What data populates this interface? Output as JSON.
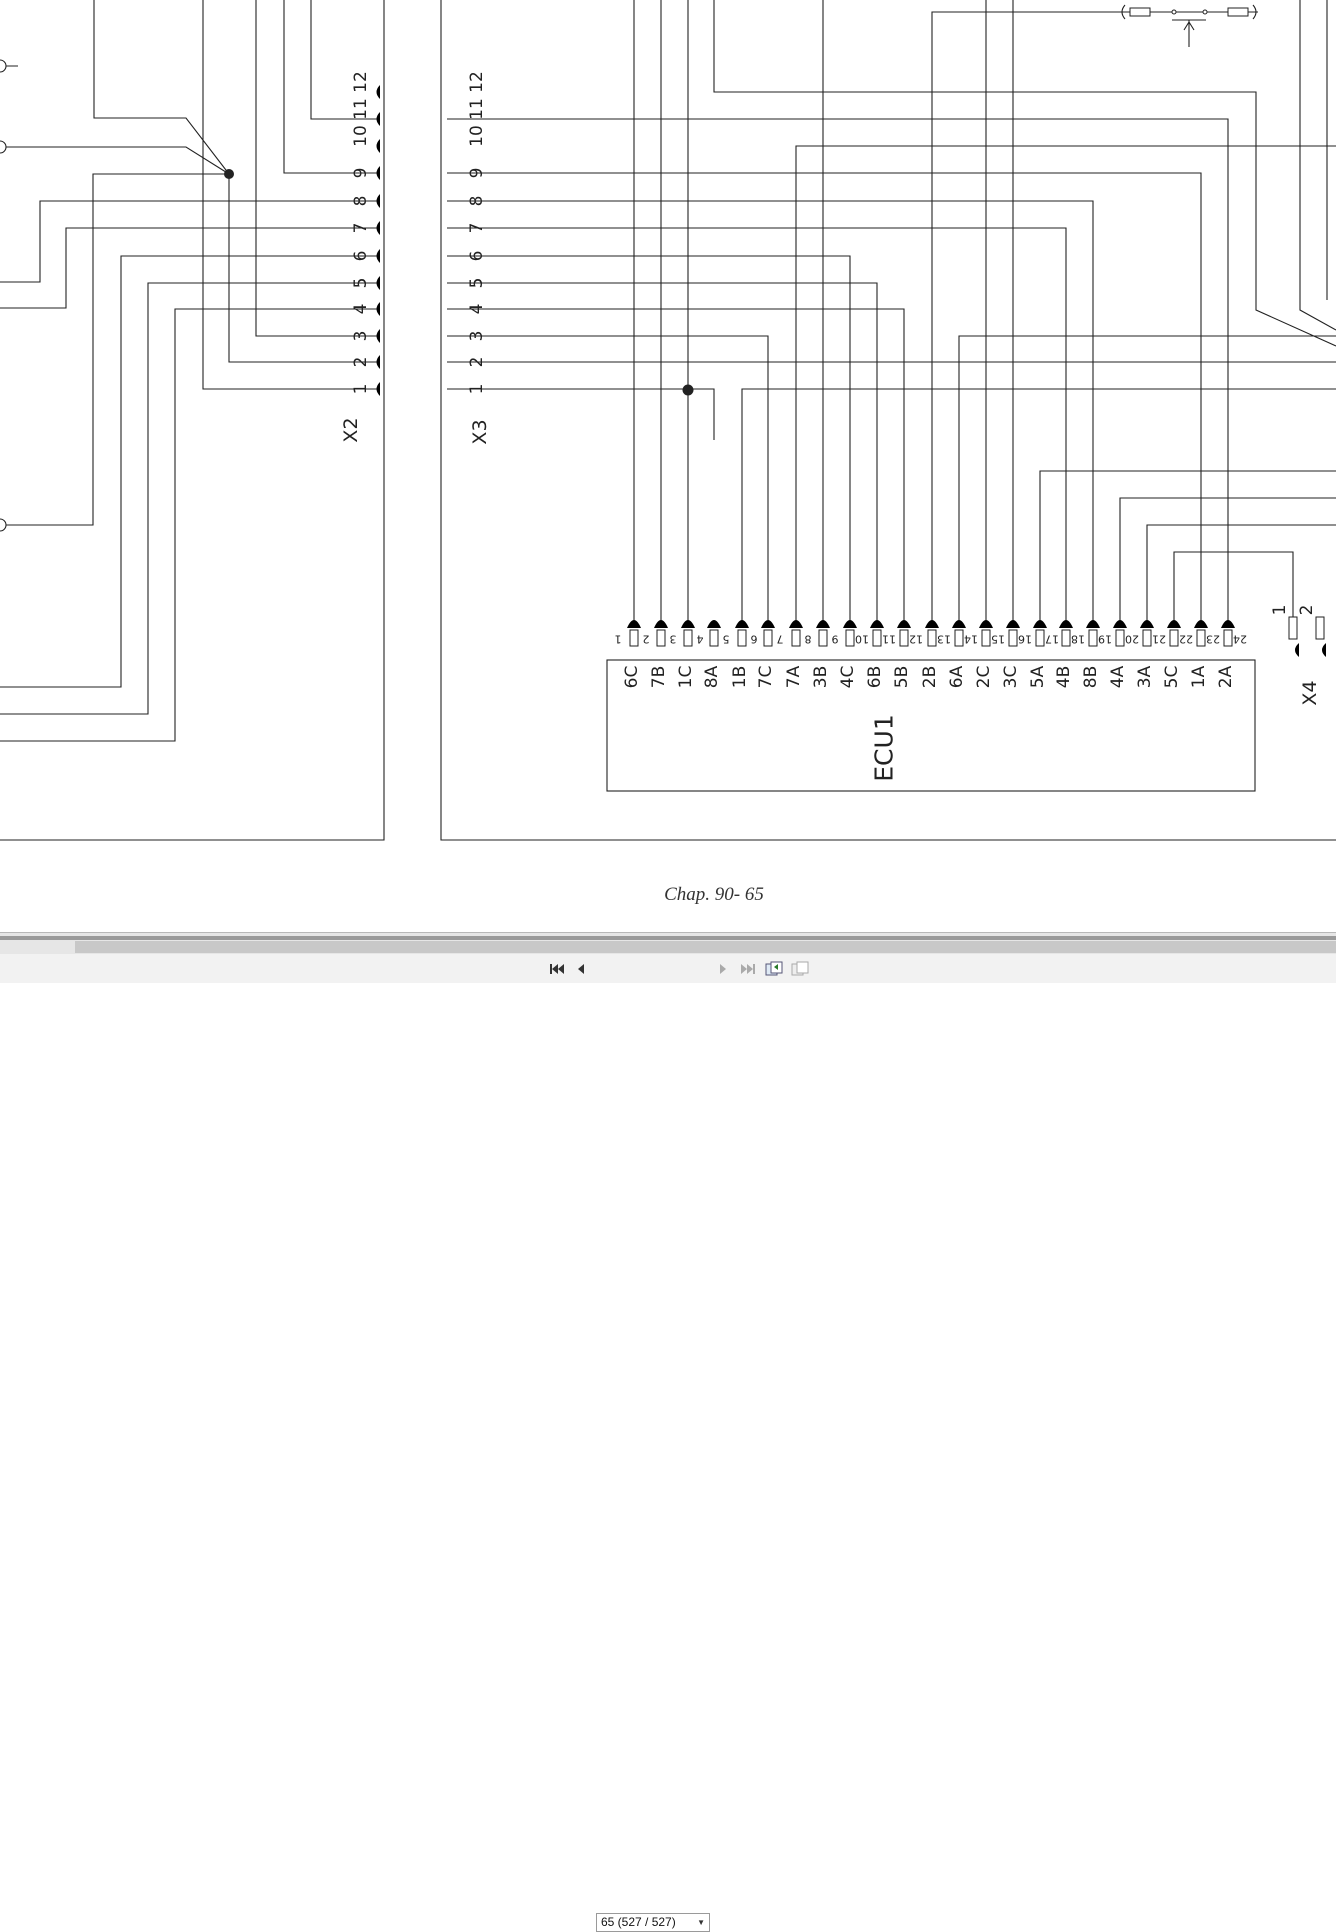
{
  "footer": {
    "chapter": "Chap. 90- 65"
  },
  "connectors": {
    "x2": {
      "label": "X2",
      "pins": [
        "1",
        "2",
        "3",
        "4",
        "5",
        "6",
        "7",
        "8",
        "9",
        "10",
        "11",
        "12"
      ]
    },
    "x3": {
      "label": "X3",
      "pins": [
        "1",
        "2",
        "3",
        "4",
        "5",
        "6",
        "7",
        "8",
        "9",
        "10",
        "11",
        "12"
      ]
    },
    "x4": {
      "label": "X4",
      "pins": [
        "1",
        "2"
      ]
    }
  },
  "ecu": {
    "label": "ECU1",
    "pin_numbers": [
      "1",
      "2",
      "3",
      "4",
      "5",
      "6",
      "7",
      "8",
      "9",
      "10",
      "11",
      "12",
      "13",
      "14",
      "15",
      "16",
      "17",
      "18",
      "19",
      "20",
      "21",
      "22",
      "23",
      "24"
    ],
    "terminals": [
      "6C",
      "7B",
      "1C",
      "8A",
      "1B",
      "7C",
      "7A",
      "3B",
      "4C",
      "6B",
      "5B",
      "2B",
      "6A",
      "2C",
      "3C",
      "5A",
      "4B",
      "8B",
      "4A",
      "3A",
      "5C",
      "1A",
      "2A"
    ]
  },
  "navigation": {
    "page_indicator": "65 (527 / 527)",
    "icons": [
      "first-page-icon",
      "prev-page-icon",
      "next-page-icon",
      "last-page-icon",
      "history-back-icon",
      "history-forward-icon"
    ]
  }
}
